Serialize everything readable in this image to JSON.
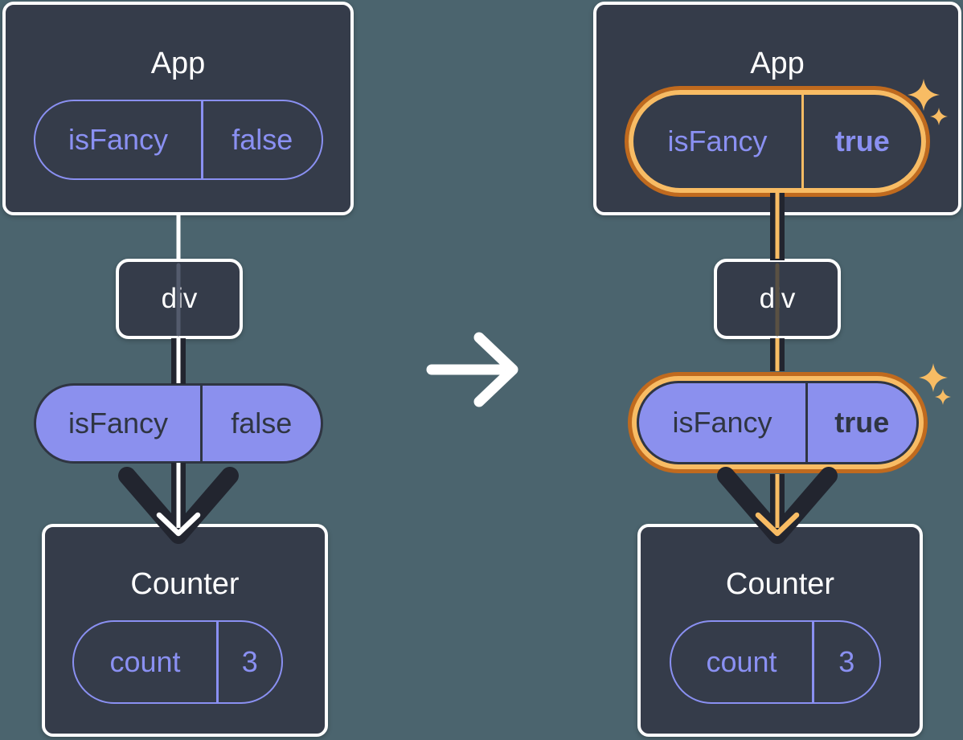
{
  "colors": {
    "bg": "#4B646E",
    "panel": "#353C4A",
    "white": "#FFFFFF",
    "purple": "#8A90F2",
    "purple_fill": "#8B90EE",
    "dark_text": "#2F3542",
    "arrow_dark": "#22252F",
    "orange": "#F8BC64",
    "orange_dark": "#C06A1E",
    "div_stripe": "#545B6D",
    "div_stripe_warm": "#5A5143"
  },
  "icons": {
    "transform_arrow": "right-arrow",
    "highlight": "sparkle"
  },
  "before": {
    "app": {
      "title": "App",
      "state": {
        "name": "isFancy",
        "value": "false"
      }
    },
    "tree_node": {
      "label": "div"
    },
    "prop_pill": {
      "name": "isFancy",
      "value": "false"
    },
    "counter": {
      "title": "Counter",
      "state": {
        "name": "count",
        "value": "3"
      }
    }
  },
  "after": {
    "app": {
      "title": "App",
      "state": {
        "name": "isFancy",
        "value": "true"
      }
    },
    "tree_node": {
      "label": "div"
    },
    "prop_pill": {
      "name": "isFancy",
      "value": "true"
    },
    "counter": {
      "title": "Counter",
      "state": {
        "name": "count",
        "value": "3"
      }
    }
  }
}
